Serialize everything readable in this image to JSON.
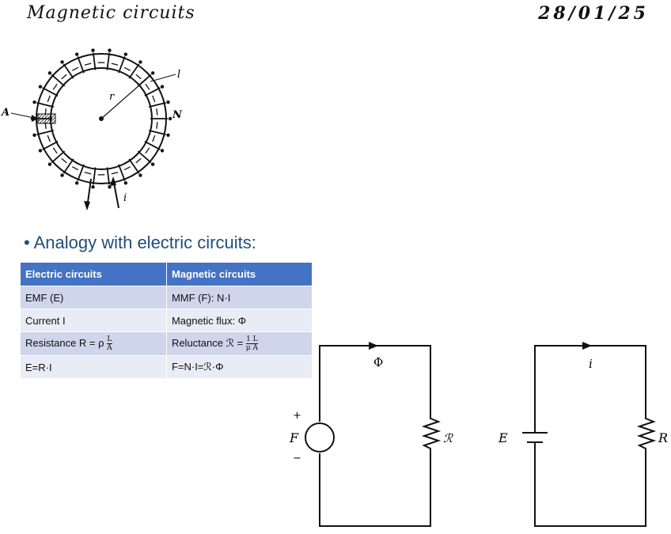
{
  "header": {
    "title": "Magnetic circuits",
    "date": "28/01/25"
  },
  "toroid": {
    "label_l": "l",
    "label_r": "r",
    "label_a": "A",
    "label_n": "N",
    "label_i": "i"
  },
  "bullet": "• Analogy with electric circuits:",
  "table": {
    "headers": [
      "Electric circuits",
      "Magnetic circuits"
    ],
    "rows": [
      [
        "EMF (E)",
        "MMF (F): N·I"
      ],
      [
        "Current I",
        "Magnetic flux: Φ"
      ],
      [
        "Resistance R = ρ",
        "Reluctance ℛ = "
      ],
      [
        "E=R·I",
        "F=N·I=ℛ·Φ"
      ]
    ],
    "frac_rho": {
      "num": "L",
      "den": "A"
    },
    "frac_mu": {
      "num": "1 L",
      "den": "μ A"
    }
  },
  "magnetic_circuit": {
    "flux": "Φ",
    "source": "F",
    "plus": "+",
    "minus": "−",
    "reluctance": "ℛ"
  },
  "electric_circuit": {
    "current": "i",
    "source": "E",
    "resistance": "R"
  },
  "colors": {
    "header_bg": "#4472c4",
    "row_dark": "#cfd5ea",
    "row_light": "#e9ebf5",
    "bullet": "#1f4e79"
  }
}
